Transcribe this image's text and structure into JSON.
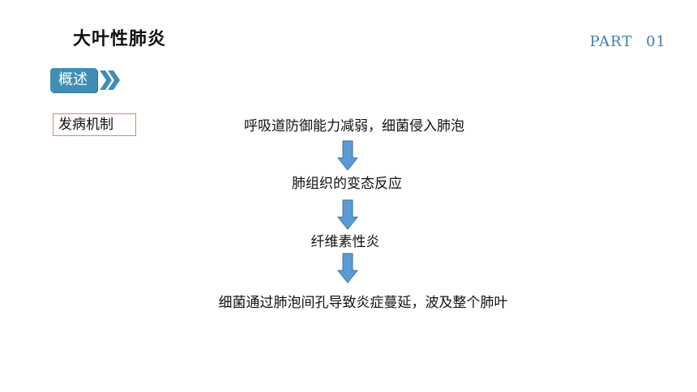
{
  "slide": {
    "title": "大叶性肺炎",
    "part_label": "PART 01",
    "overview_label": "概述",
    "section_label": "发病机制",
    "steps": [
      "呼吸道防御能力减弱，细菌侵入肺泡",
      "肺组织的变态反应",
      "纤维素性炎",
      "细菌通过肺泡间孔导致炎症蔓延，波及整个肺叶"
    ]
  },
  "colors": {
    "accent": "#3f8fb4",
    "part_text": "#3d7ea6",
    "arrow_fill": "#5b9bd5",
    "arrow_stroke": "#41719c",
    "label_border": "#d98a6a"
  },
  "icons": {
    "chevrons": "double-chevron-right-icon",
    "arrow": "arrow-down-icon"
  }
}
